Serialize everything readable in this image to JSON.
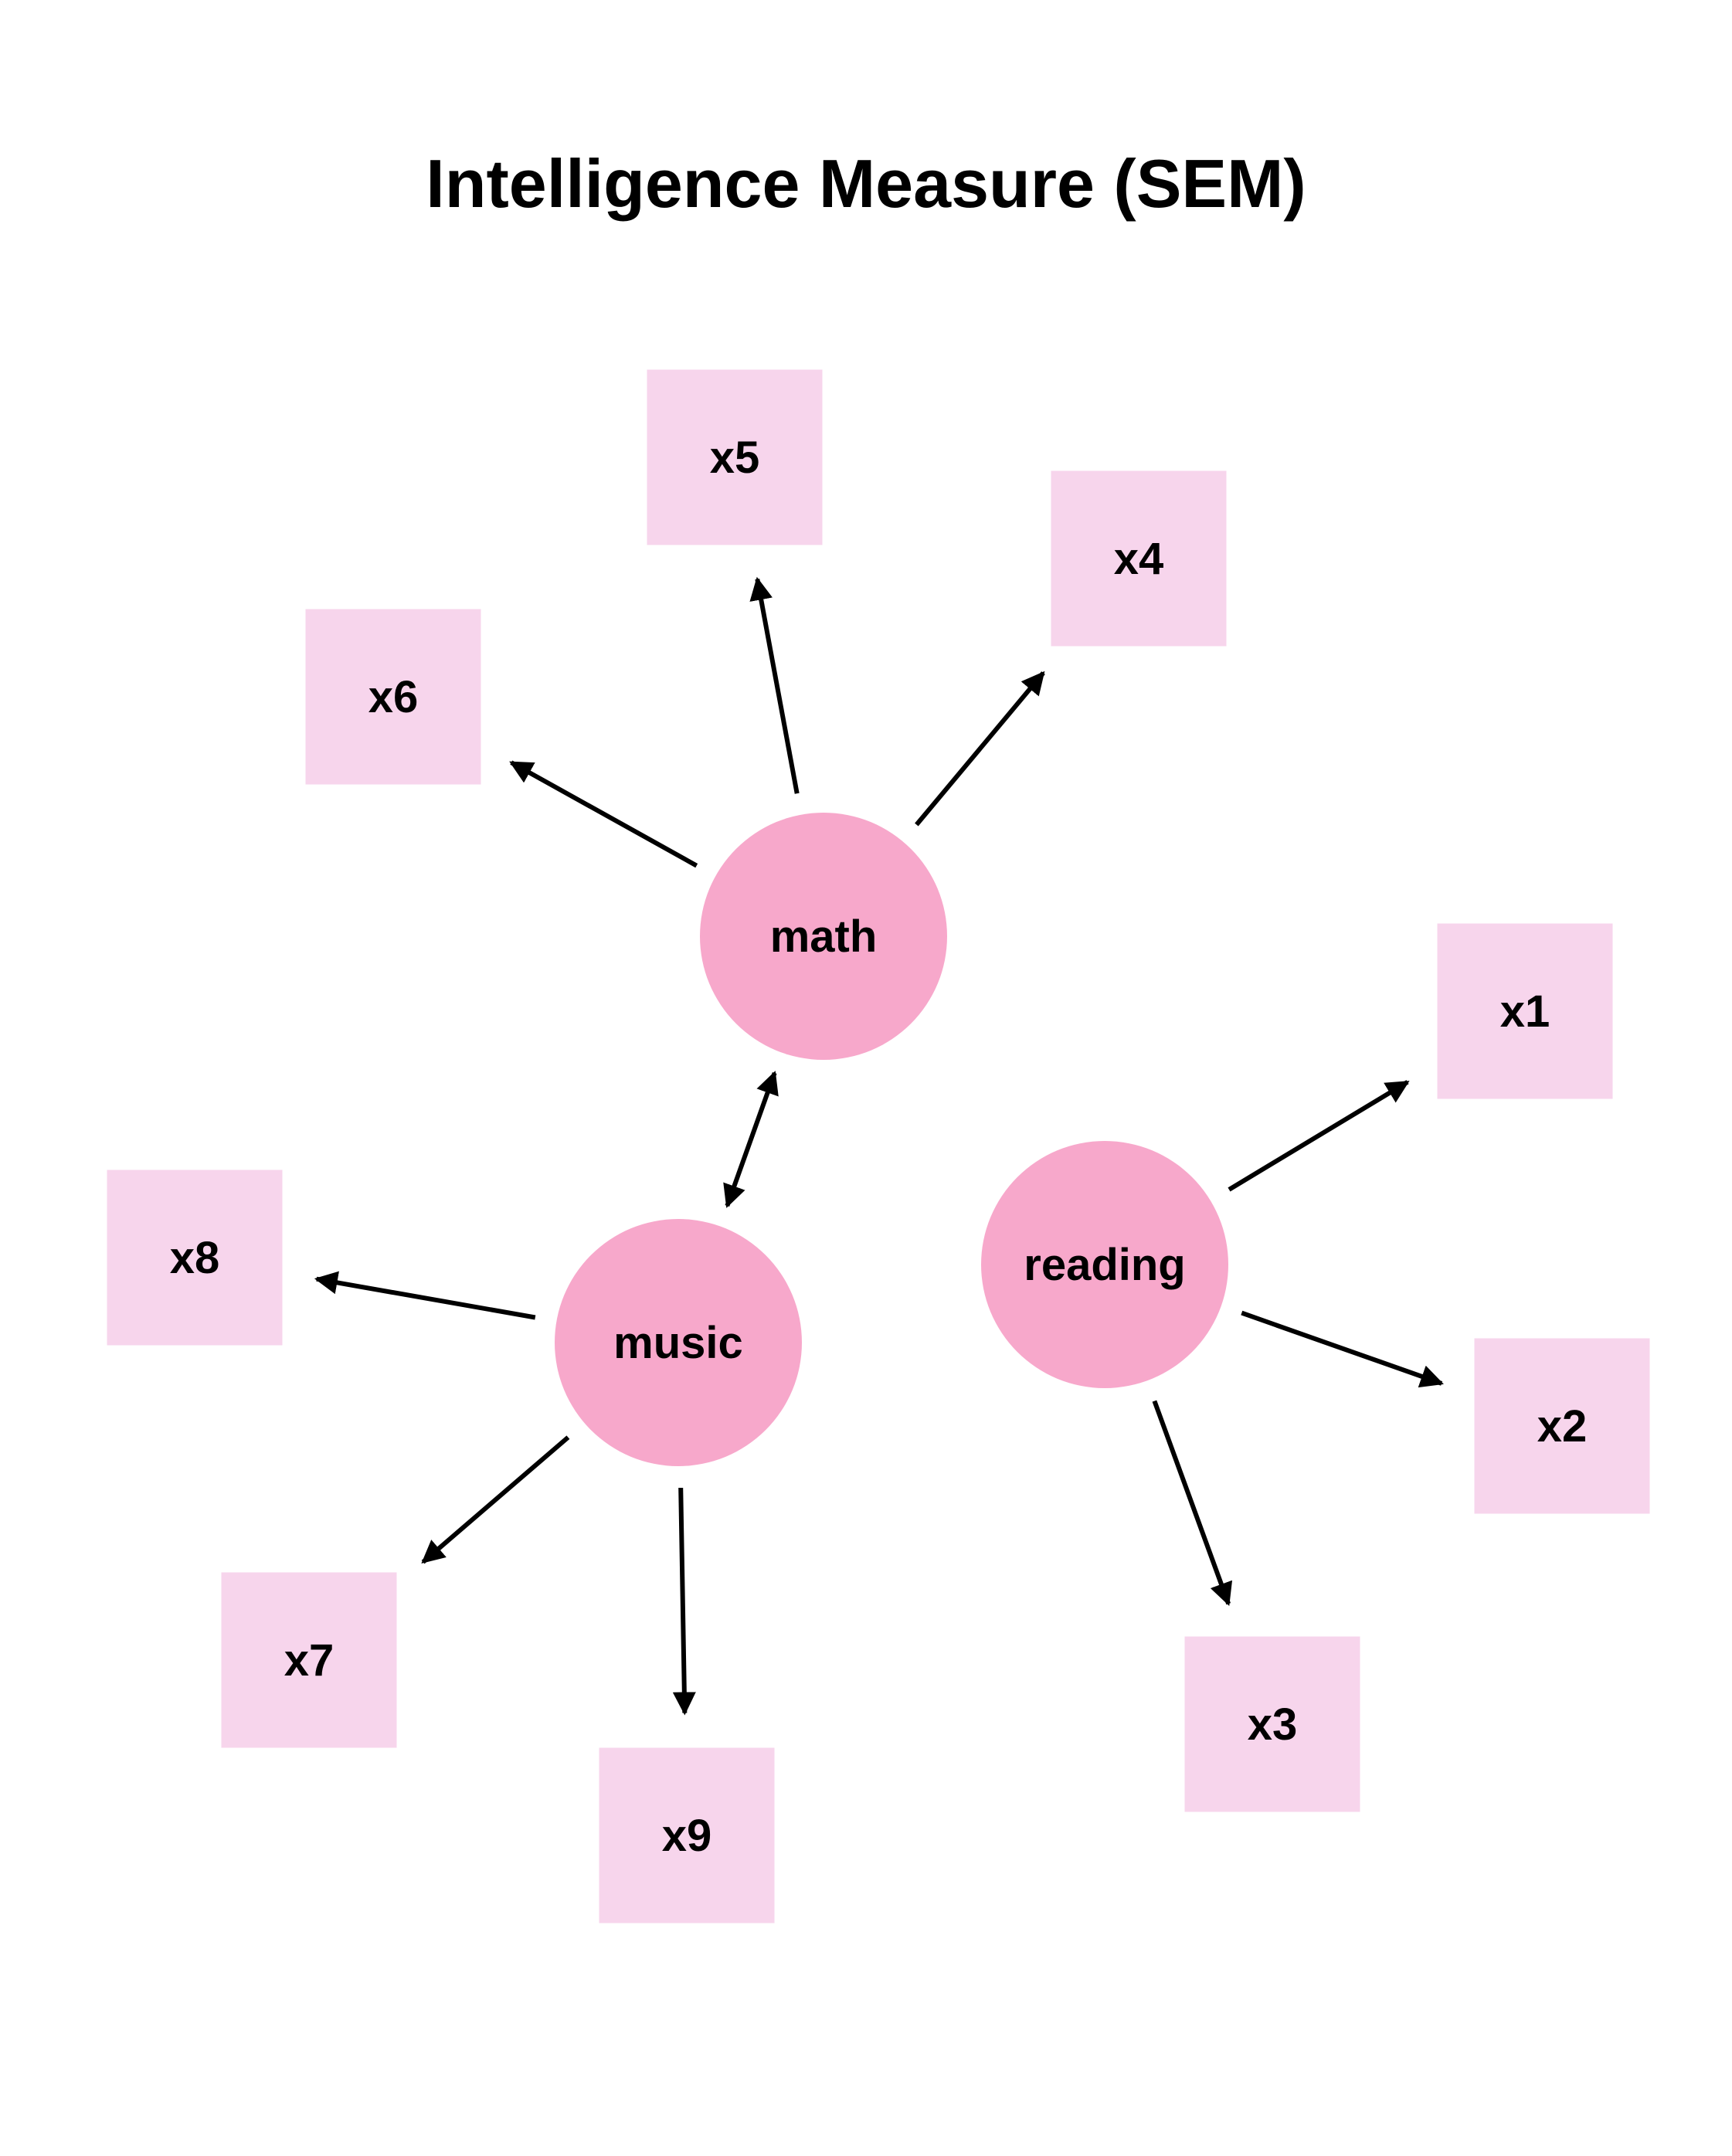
{
  "title": "Intelligence Measure (SEM)",
  "colors": {
    "latent_fill": "#f7a8cb",
    "observed_fill": "#f7d5ec",
    "edge": "#000000",
    "text": "#000000",
    "background": "#ffffff"
  },
  "latent_variables": [
    {
      "id": "math",
      "label": "math"
    },
    {
      "id": "music",
      "label": "music"
    },
    {
      "id": "reading",
      "label": "reading"
    }
  ],
  "observed_variables": [
    {
      "id": "x1",
      "label": "x1"
    },
    {
      "id": "x2",
      "label": "x2"
    },
    {
      "id": "x3",
      "label": "x3"
    },
    {
      "id": "x4",
      "label": "x4"
    },
    {
      "id": "x5",
      "label": "x5"
    },
    {
      "id": "x6",
      "label": "x6"
    },
    {
      "id": "x7",
      "label": "x7"
    },
    {
      "id": "x8",
      "label": "x8"
    },
    {
      "id": "x9",
      "label": "x9"
    }
  ],
  "edges": [
    {
      "from": "math",
      "to": "x4",
      "type": "directed"
    },
    {
      "from": "math",
      "to": "x5",
      "type": "directed"
    },
    {
      "from": "math",
      "to": "x6",
      "type": "directed"
    },
    {
      "from": "reading",
      "to": "x1",
      "type": "directed"
    },
    {
      "from": "reading",
      "to": "x2",
      "type": "directed"
    },
    {
      "from": "reading",
      "to": "x3",
      "type": "directed"
    },
    {
      "from": "music",
      "to": "x7",
      "type": "directed"
    },
    {
      "from": "music",
      "to": "x8",
      "type": "directed"
    },
    {
      "from": "music",
      "to": "x9",
      "type": "directed"
    },
    {
      "from": "math",
      "to": "music",
      "type": "bidirectional"
    }
  ]
}
